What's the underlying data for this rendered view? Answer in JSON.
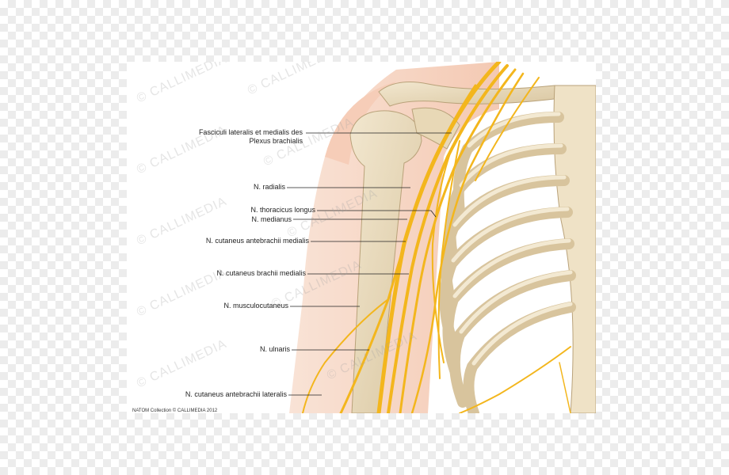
{
  "labels": {
    "fasciculi_line1": "Fasciculi lateralis et medialis des",
    "fasciculi_line2": "Plexus brachialis",
    "radialis": "N. radialis",
    "thoracicus_longus": "N. thoracicus longus",
    "medianus": "N. medianus",
    "cutaneus_antebrachii_medialis": "N. cutaneus antebrachii medialis",
    "cutaneus_brachii_medialis": "N. cutaneus brachii medialis",
    "musculocutaneus": "N. musculocutaneus",
    "ulnaris": "N. ulnaris",
    "cutaneus_antebrachii_lateralis": "N. cutaneus antebrachii lateralis"
  },
  "credit": "NATOM Collection © CALLIMEDIA 2012",
  "watermark": "© CALLIMEDIA",
  "colors": {
    "nerve": "#f3b61d",
    "nerve_dark": "#d99a10",
    "bone": "#eadcbe",
    "bone_shadow": "#c8b48e",
    "skin": "#f7d7c6",
    "leader": "#222222"
  }
}
